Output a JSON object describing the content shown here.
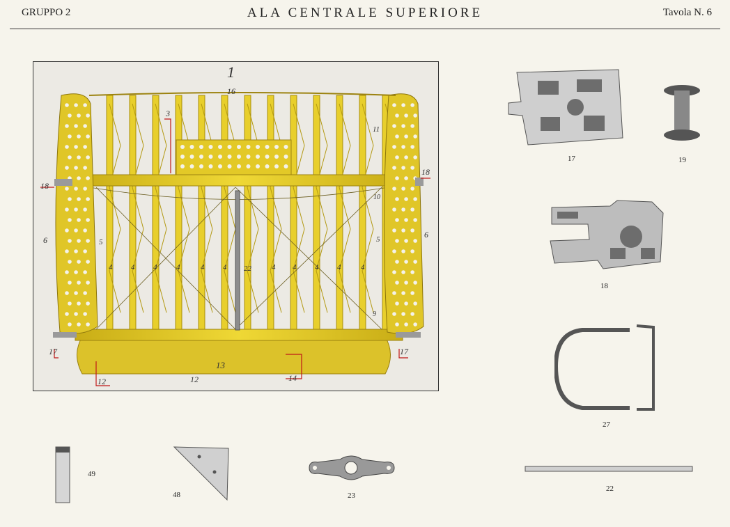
{
  "header": {
    "group": "GRUPPO 2",
    "title": "ALA CENTRALE SUPERIORE",
    "plate": "Tavola N. 6"
  },
  "figure": {
    "number": "1",
    "callouts": {
      "c16": "16",
      "c3": "3",
      "c11": "11",
      "c18l": "18",
      "c18r": "18",
      "c10": "10",
      "c6l": "6",
      "c6r": "6",
      "c5l": "5",
      "c5r": "5",
      "c22": "22",
      "c17l": "17",
      "c17r": "17",
      "c13": "13",
      "c12a": "12",
      "c12b": "12",
      "c14": "14",
      "c9": "9"
    },
    "rib_label": "4"
  },
  "parts": {
    "p17": "17",
    "p19": "19",
    "p18": "18",
    "p27": "27",
    "p49": "49",
    "p48": "48",
    "p23": "23",
    "p22": "22"
  },
  "colors": {
    "paper": "#f6f4ec",
    "frame_yellow": "#e6cd2a",
    "frame_dark": "#b79b12",
    "metal": "#9a9a9a"
  }
}
